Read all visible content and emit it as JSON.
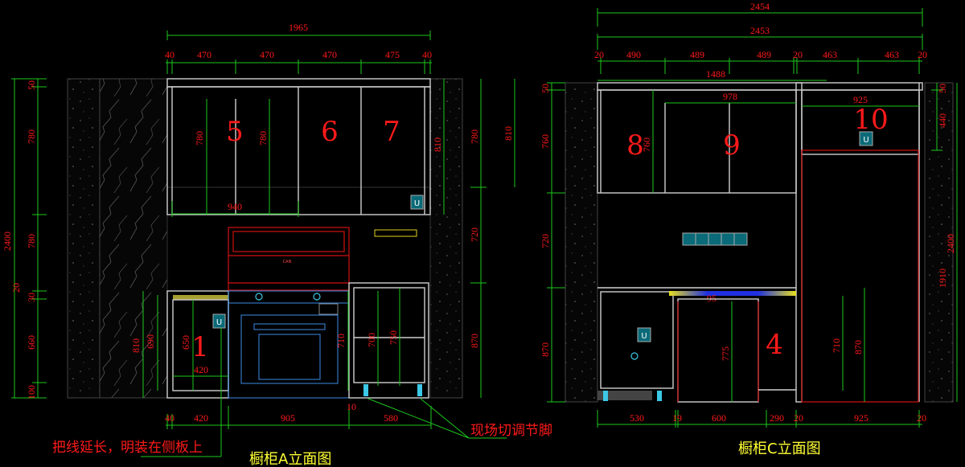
{
  "elevation_a": {
    "title": "橱柜A立面图",
    "overall_width": "1965",
    "upper_widths": [
      "40",
      "470",
      "470",
      "470",
      "475",
      "40"
    ],
    "cabinet_numbers": [
      "5",
      "6",
      "7",
      "1"
    ],
    "upper_inner_heights": [
      "780",
      "780"
    ],
    "hood_span": "940",
    "left_dims": {
      "total": "2400",
      "segments": [
        "50",
        "780",
        "20",
        "30",
        "660",
        "100"
      ]
    },
    "right_dims": [
      "810",
      "780",
      "720",
      "870",
      "810"
    ],
    "lower_dims": [
      "810",
      "690",
      "650",
      "420",
      "710",
      "700",
      "750"
    ],
    "bottom_widths": [
      "40",
      "420",
      "905",
      "10",
      "580"
    ],
    "note_wire": "把线延长，明装在侧板上",
    "note_feet": "现场切调节脚"
  },
  "elevation_c": {
    "title": "橱柜C立面图",
    "overall_width_outer": "2454",
    "overall_width_inner": "2453",
    "upper_widths": [
      "20",
      "490",
      "489",
      "489",
      "20",
      "463",
      "463",
      "20"
    ],
    "left_upper_width": "1488",
    "inner_widths": [
      "978",
      "925"
    ],
    "cabinet_numbers": [
      "8",
      "9",
      "10",
      "4"
    ],
    "left_dims": [
      "50",
      "760",
      "720",
      "870"
    ],
    "inner_heights": [
      "760",
      "775",
      "710",
      "870"
    ],
    "right_dims": [
      "50",
      "440",
      "2400",
      "1910"
    ],
    "sink_dim": "95",
    "bottom_widths": [
      "530",
      "19",
      "600",
      "290",
      "20",
      "925",
      "20"
    ]
  },
  "colors": {
    "dimension_line": "#1ec81e",
    "dimension_text": "#ff1a1a",
    "title": "#ffff33",
    "cabinet": "#cfcfcf",
    "appliance": "#3cc8e6"
  }
}
